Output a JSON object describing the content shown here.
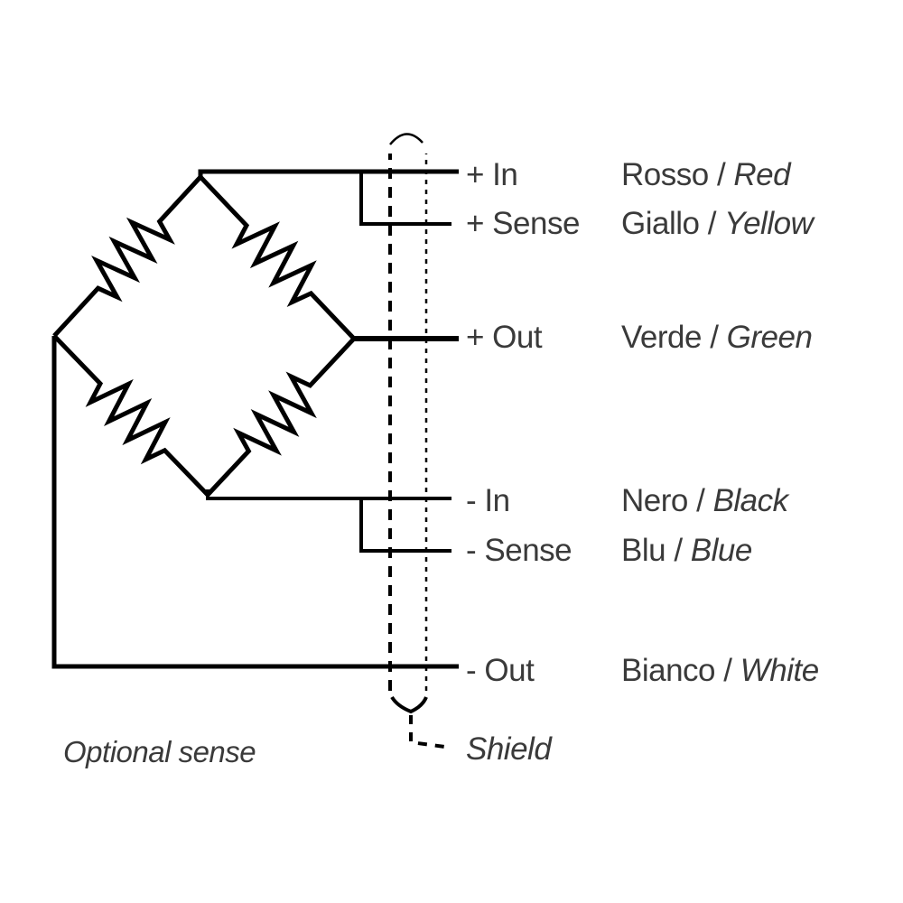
{
  "terminals": [
    {
      "pin": "+ In",
      "it": "Rosso",
      "en": "Red"
    },
    {
      "pin": "+ Sense",
      "it": "Giallo",
      "en": "Yellow"
    },
    {
      "pin": "+ Out",
      "it": "Verde",
      "en": "Green"
    },
    {
      "pin": "- In",
      "it": "Nero",
      "en": "Black"
    },
    {
      "pin": "- Sense",
      "it": "Blu",
      "en": "Blue"
    },
    {
      "pin": "- Out",
      "it": "Bianco",
      "en": "White"
    }
  ],
  "separator": " / ",
  "shield_label": "Shield",
  "optional_sense_label": "Optional sense",
  "colors": {
    "line": "#000000",
    "text": "#3a3a3a"
  }
}
